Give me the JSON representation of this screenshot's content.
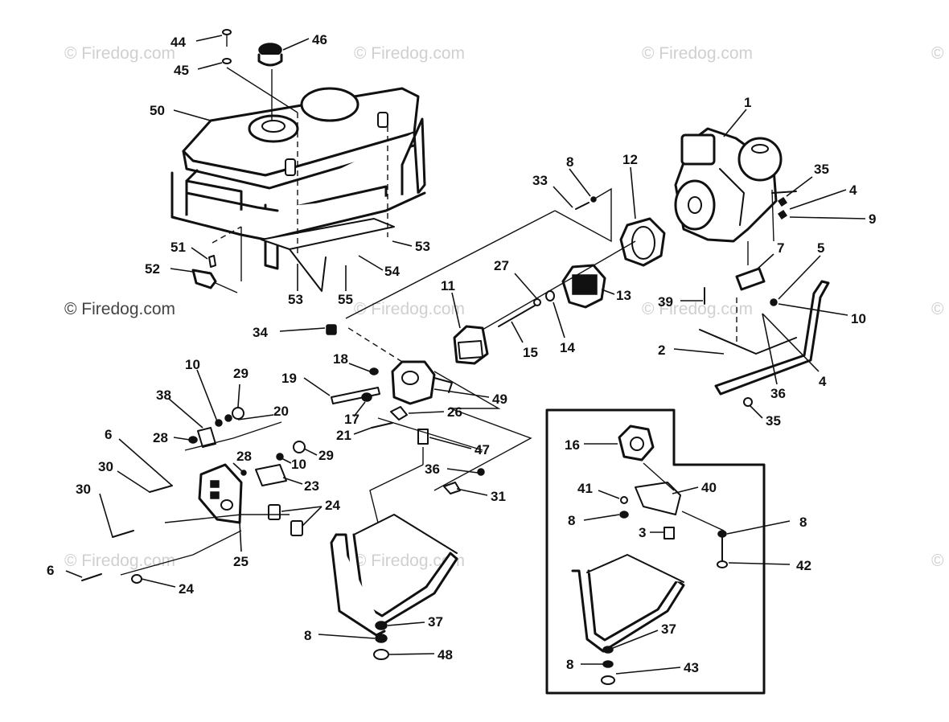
{
  "watermark": {
    "text": "© Firedog.com",
    "text_strong": "© Firedog.com",
    "symbol": "©"
  },
  "callouts": [
    "44",
    "45",
    "46",
    "50",
    "51",
    "52",
    "53",
    "54",
    "53",
    "55",
    "1",
    "35",
    "4",
    "9",
    "8",
    "33",
    "12",
    "5",
    "7",
    "27",
    "13",
    "10",
    "39",
    "2",
    "4",
    "36",
    "35",
    "11",
    "15",
    "14",
    "34",
    "18",
    "19",
    "49",
    "26",
    "17",
    "21",
    "47",
    "36",
    "31",
    "10",
    "29",
    "38",
    "20",
    "28",
    "6",
    "30",
    "30",
    "28",
    "29",
    "10",
    "23",
    "24",
    "25",
    "6",
    "24",
    "37",
    "8",
    "48",
    "16",
    "40",
    "41",
    "8",
    "3",
    "8",
    "42",
    "37",
    "8",
    "43"
  ]
}
